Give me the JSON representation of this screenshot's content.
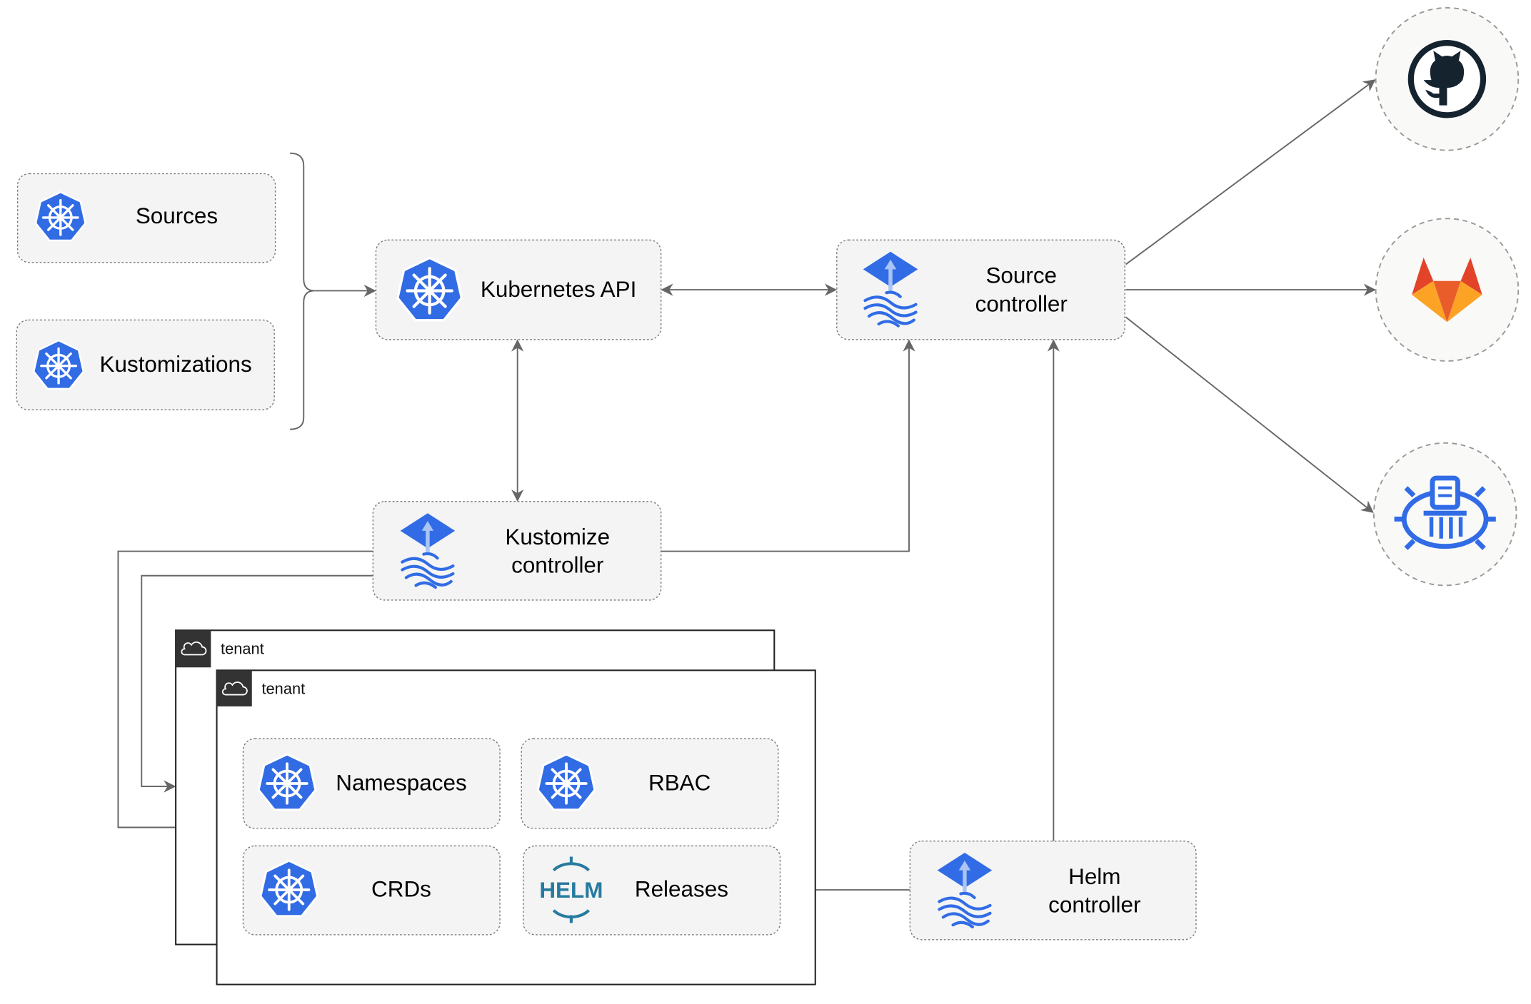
{
  "nodes": {
    "sources": "Sources",
    "kustomizations": "Kustomizations",
    "kubernetes_api": "Kubernetes API",
    "source_controller": [
      "Source",
      "controller"
    ],
    "kustomize_controller": [
      "Kustomize",
      "controller"
    ],
    "helm_controller": [
      "Helm",
      "controller"
    ],
    "namespaces": "Namespaces",
    "rbac": "RBAC",
    "crds": "CRDs",
    "releases": "Releases"
  },
  "tenants": [
    "tenant",
    "tenant"
  ],
  "logos": {
    "helm_text": "HELM",
    "git_providers": [
      "github-icon",
      "gitlab-icon",
      "bucket-icon"
    ]
  },
  "colors": {
    "kubernetes_blue": "#326CE5",
    "flux_blue": "#316CE6",
    "gitlab_orange": "#E24329",
    "github_dark": "#15232F",
    "helm_blue": "#277A9F"
  }
}
